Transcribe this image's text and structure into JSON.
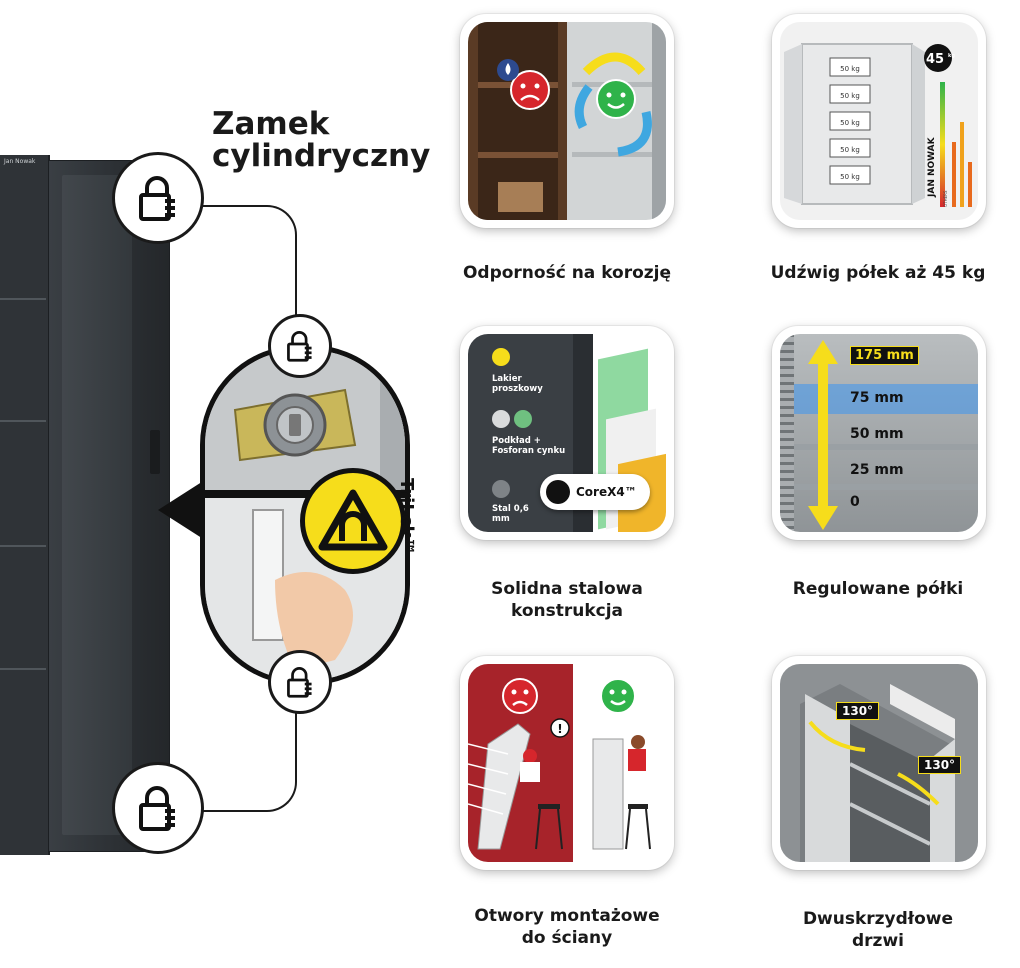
{
  "brand": "Jan Nowak",
  "lock": {
    "title_line1": "Zamek",
    "title_line2": "cylindryczny",
    "trilck": "TriLck™"
  },
  "features": {
    "corrosion": {
      "caption": "Odporność na korozję"
    },
    "load": {
      "caption": "Udźwig półek aż 45 kg",
      "badge": "45",
      "badge_unit": "kg",
      "brand_vertical": "JAN NOWAK",
      "others": "OTHERS",
      "shelf_label": "50 kg",
      "shelf_labels": [
        "50 kg",
        "50 kg",
        "50 kg",
        "50 kg",
        "50 kg"
      ]
    },
    "steel": {
      "caption_line1": "Solidna stalowa",
      "caption_line2": "konstrukcja",
      "layer1": "Lakier proszkowy",
      "layer2": "Podkład + Fosforan cynku",
      "layer3": "Stal 0,6 mm",
      "core": "CoreX4™"
    },
    "shelves": {
      "caption": "Regulowane półki",
      "top": "175 mm",
      "marks": [
        "75 mm",
        "50 mm",
        "25 mm",
        "0"
      ]
    },
    "holes": {
      "caption_line1": "Otwory montażowe",
      "caption_line2": "do ściany",
      "exclaim": "!"
    },
    "doors": {
      "caption_line1": "Dwuskrzydłowe",
      "caption_line2": "drzwi",
      "angle1": "130°",
      "angle2": "130°"
    }
  },
  "colors": {
    "yellow": "#f6dd1b",
    "red": "#d6262c",
    "green": "#2fb34a",
    "dark": "#2f3337"
  }
}
